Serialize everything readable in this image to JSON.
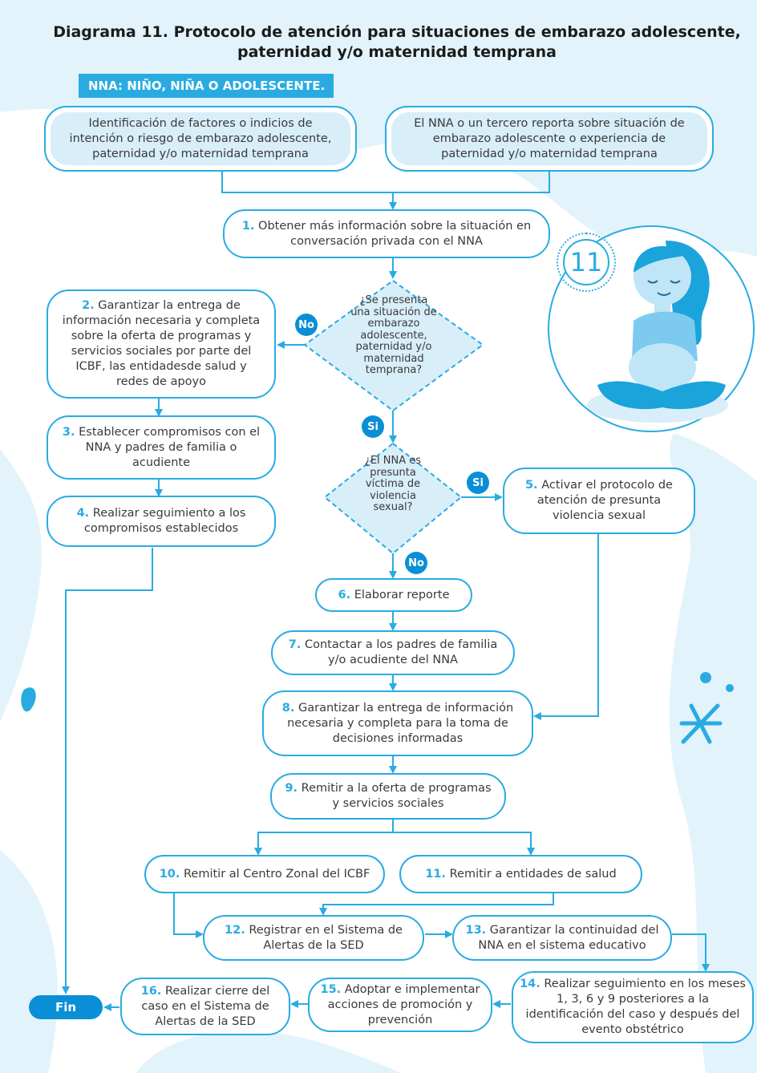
{
  "title_line1": "Diagrama 11. Protocolo de atención para situaciones de embarazo adolescente,",
  "title_line2": "paternidad y/o maternidad temprana",
  "legend": "NNA: NIÑO, NIÑA O ADOLESCENTE.",
  "badge_number": "11",
  "colors": {
    "accent": "#29abe2",
    "dark_accent": "#0a8fd6",
    "light_fill": "#d8eef9"
  },
  "start": {
    "left": "Identificación de factores o indicios de intención o riesgo de embarazo  adolescente, paternidad y/o maternidad temprana",
    "right": "El NNA o un tercero reporta sobre situación de embarazo adolescente o experiencia de paternidad y/o maternidad temprana"
  },
  "steps": {
    "s1": {
      "num": "1.",
      "text": "Obtener más información sobre la situación en conversación privada con el NNA"
    },
    "s2": {
      "num": "2.",
      "text": "Garantizar la entrega de información necesaria y completa sobre la oferta de programas y servicios sociales por parte del ICBF, las entidadesde salud y redes de apoyo"
    },
    "s3": {
      "num": "3.",
      "text": "Establecer compromisos con el NNA y padres de familia o acudiente"
    },
    "s4": {
      "num": "4.",
      "text": "Realizar seguimiento a los compromisos establecidos"
    },
    "s5": {
      "num": "5.",
      "text": "Activar el protocolo de atención de presunta violencia sexual"
    },
    "s6": {
      "num": "6.",
      "text": "Elaborar reporte"
    },
    "s7": {
      "num": "7.",
      "text": "Contactar a los padres de familia y/o acudiente del NNA"
    },
    "s8": {
      "num": "8.",
      "text": "Garantizar la entrega de información necesaria y completa para la toma de decisiones informadas"
    },
    "s9": {
      "num": "9.",
      "text": "Remitir a la oferta de programas y servicios sociales"
    },
    "s10": {
      "num": "10.",
      "text": "Remitir al Centro Zonal del ICBF"
    },
    "s11": {
      "num": "11.",
      "text": "Remitir a entidades de salud"
    },
    "s12": {
      "num": "12.",
      "text": "Registrar en el Sistema de Alertas de la SED"
    },
    "s13": {
      "num": "13.",
      "text": "Garantizar la continuidad del NNA en el sistema educativo"
    },
    "s14": {
      "num": "14.",
      "text": "Realizar seguimiento en los meses 1, 3, 6 y 9 posteriores a la identificación del caso y después del evento obstétrico"
    },
    "s15": {
      "num": "15.",
      "text": "Adoptar e implementar acciones de promoción y prevención"
    },
    "s16": {
      "num": "16.",
      "text": "Realizar cierre del caso en el Sistema de Alertas de la SED"
    }
  },
  "decisions": {
    "d1": "¿Se presenta una situación de embarazo adolescente, paternidad y/o maternidad temprana?",
    "d2": "¿El NNA es presunta víctima de violencia sexual?"
  },
  "labels": {
    "no": "No",
    "si": "Si",
    "fin": "Fin"
  }
}
